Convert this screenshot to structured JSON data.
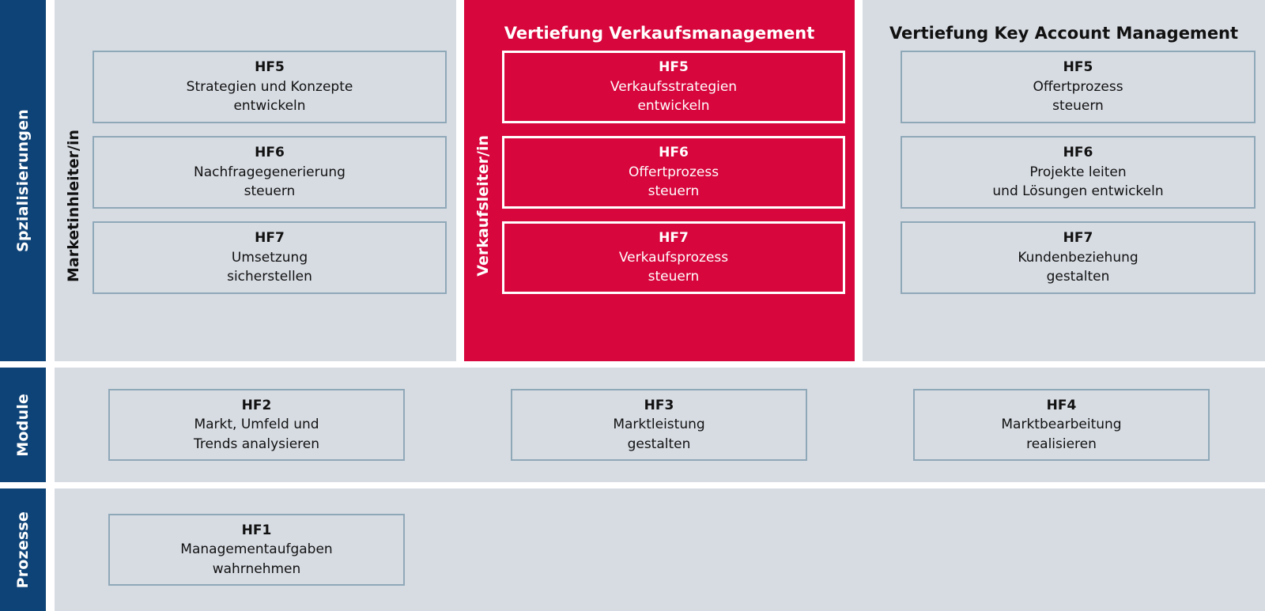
{
  "colors": {
    "category_tab_blue": "#0e4377",
    "accent_red": "#d7063c",
    "panel_grey": "#d7dce3",
    "box_border": "#8fa8b8",
    "text_dark": "#111111",
    "text_light": "#ffffff"
  },
  "categories": {
    "specialisation": "Spzialisierungen",
    "module": "Module",
    "process": "Prozesse"
  },
  "specialisation": {
    "columns": [
      {
        "id": "marketing",
        "title": "",
        "role_label": "Marketinhleiter/in",
        "highlight": false,
        "boxes": [
          {
            "code": "HF5",
            "desc": "Strategien und Konzepte\nentwickeln"
          },
          {
            "code": "HF6",
            "desc": "Nachfragegenerierung\nsteuern"
          },
          {
            "code": "HF7",
            "desc": "Umsetzung\nsicherstellen"
          }
        ]
      },
      {
        "id": "verkauf",
        "title": "Vertiefung Verkaufsmanagement",
        "role_label": "Verkaufsleiter/in",
        "highlight": true,
        "boxes": [
          {
            "code": "HF5",
            "desc": "Verkaufsstrategien\nentwickeln"
          },
          {
            "code": "HF6",
            "desc": "Offertprozess\nsteuern"
          },
          {
            "code": "HF7",
            "desc": "Verkaufsprozess\nsteuern"
          }
        ]
      },
      {
        "id": "kam",
        "title": "Vertiefung Key Account Management",
        "role_label": "",
        "highlight": false,
        "boxes": [
          {
            "code": "HF5",
            "desc": "Offertprozess\nsteuern"
          },
          {
            "code": "HF6",
            "desc": "Projekte leiten\nund Lösungen entwickeln"
          },
          {
            "code": "HF7",
            "desc": "Kundenbeziehung\ngestalten"
          }
        ]
      }
    ]
  },
  "module_row": {
    "boxes": [
      {
        "code": "HF2",
        "desc": "Markt, Umfeld und\nTrends analysieren"
      },
      {
        "code": "HF3",
        "desc": "Marktleistung\ngestalten"
      },
      {
        "code": "HF4",
        "desc": "Marktbearbeitung\nrealisieren"
      }
    ]
  },
  "process_row": {
    "boxes": [
      {
        "code": "HF1",
        "desc": "Managementaufgaben\nwahrnehmen"
      }
    ]
  }
}
